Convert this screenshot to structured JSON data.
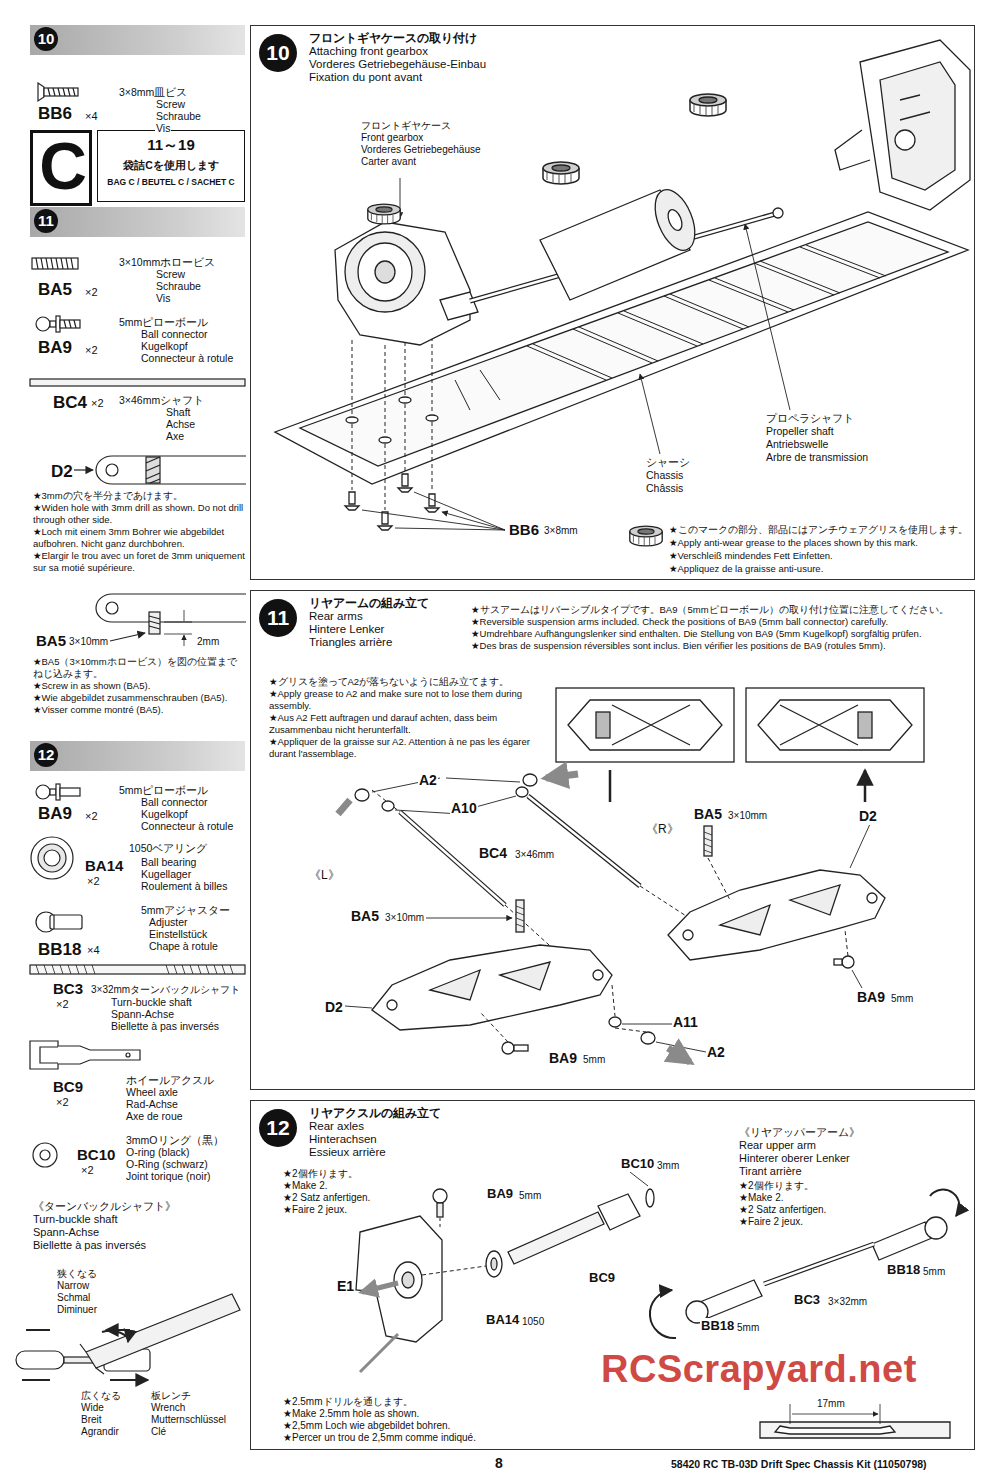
{
  "diagram": {
    "nodes": [
      {
        "text": [
          "10"
        ]
      },
      {
        "text": [
          "C"
        ]
      },
      {
        "text": [
          "11～19",
          "袋詰Cを使用します",
          "BAG C / BEUTEL C / SACHET C"
        ]
      },
      {
        "text": [
          "11"
        ]
      },
      {
        "text": [
          "12"
        ]
      },
      {
        "text": [
          "10",
          "フロントギヤケースの取り付け",
          "Attaching front gearbox",
          "Vorderes Getriebegehäuse-Einbau",
          "Fixation du pont avant"
        ]
      },
      {
        "text": [
          "11",
          "リヤアームの組み立て",
          "Rear arms",
          "Hintere Lenker",
          "Triangles arrière"
        ]
      },
      {
        "text": [
          "12",
          "リヤアクスルの組み立て",
          "Rear axles",
          "Hinterachsen",
          "Essieux arrière"
        ]
      }
    ],
    "labels": [
      "3×8mm皿ビス",
      "Screw",
      "Schraube",
      "Vis",
      "BB6",
      "×4",
      "3×10mmホロービス",
      "Screw",
      "Schraube",
      "Vis",
      "BA5",
      "×2",
      "5mmピローボール",
      "Ball connector",
      "Kugelkopf",
      "Connecteur à rotule",
      "BA9",
      "×2",
      "BC4",
      "×2",
      "3×46mmシャフト",
      "Shaft",
      "Achse",
      "Axe",
      "D2",
      "★3mmの穴を半分まであけます。",
      "★Widen hole with 3mm drill as shown. Do not drill through other side.",
      "★Loch mit einem 3mm Bohrer wie abgebildet aufbohren. Nicht ganz durchbohren.",
      "★Elargir le trou avec un foret de 3mm uniquement sur sa motié supérieure.",
      "BA5",
      "3×10mm",
      "2mm",
      "★BA5（3×10mmホロービス）を図の位置までねじ込みます。",
      "★Screw in as shown (BA5).",
      "★Wie abgebildet zusammenschrauben (BA5).",
      "★Visser comme montré (BA5).",
      "5mmピローボール",
      "Ball connector",
      "Kugelkopf",
      "Connecteur à rotule",
      "BA9",
      "×2",
      "1050ベアリング",
      "Ball bearing",
      "Kugellager",
      "Roulement à billes",
      "BA14",
      "×2",
      "5mmアジャスター",
      "Adjuster",
      "Einstellstück",
      "Chape à rotule",
      "BB18",
      "×4",
      "BC3",
      "×2",
      "3×32mmターンバックルシャフト",
      "Turn-buckle shaft",
      "Spann-Achse",
      "Biellette à pas inversés",
      "ホイールアクスル",
      "Wheel axle",
      "Rad-Achse",
      "Axe de roue",
      "BC9",
      "×2",
      "3mmOリング（黒）",
      "O-ring (black)",
      "O-Ring (schwarz)",
      "Joint torique (noir)",
      "BC10",
      "×2",
      "《ターンバックルシャフト》",
      "Turn-buckle shaft",
      "Spann-Achse",
      "Biellette à pas inversés",
      "狭くなる",
      "Narrow",
      "Schmal",
      "Diminuer",
      "広くなる",
      "Wide",
      "Breit",
      "Agrandir",
      "板レンチ",
      "Wrench",
      "Mutternschlüssel",
      "Clé",
      "フロントギヤケース",
      "Front gearbox",
      "Vorderes Getriebegehäuse",
      "Carter avant",
      "プロペラシャフト",
      "Propeller shaft",
      "Antriebswelle",
      "Arbre de transmission",
      "シャーシ",
      "Chassis",
      "Châssis",
      "BB6",
      "3×8mm",
      "★このマークの部分、部品にはアンチウェアグリスを使用します。",
      "★Apply anti-wear grease to the places shown by this mark.",
      "★Verschleiß mindendes Fett Einfetten.",
      "★Appliquez de la graisse anti-usure.",
      "★サスアームはリバーシブルタイプです。BA9（5mmピローボール）の取り付け位置に注意してください。",
      "★Reversible suspension arms included. Check the positions of BA9 (5mm ball connector) carefully.",
      "★Umdrehbare Aufhängungslenker sind enthalten. Die Stellung von BA9 (5mm Kugelkopf) sorgfältig prüfen.",
      "★Des bras de suspension réversibles sont inclus. Bien vérifier les positions de BA9 (rotules 5mm).",
      "★グリスを塗ってA2が落ちないように組み立てます。",
      "★Apply grease to A2 and make sure not to lose them during assembly.",
      "★Aus A2 Fett auftragen und darauf achten, dass beim Zusammenbau nicht herunterfällt.",
      "★Appliquer de la graisse sur A2. Attention à ne pas les égarer durant l'assemblage.",
      "A2",
      "A10",
      "BC4",
      "3×46mm",
      "《R》",
      "BA5",
      "3×10mm",
      "D2",
      "《L》",
      "BA5",
      "3×10mm",
      "D2",
      "A11",
      "A2",
      "BA9",
      "5mm",
      "BA9",
      "5mm",
      "★2個作ります。",
      "★Make 2.",
      "★2 Satz anfertigen.",
      "★Faire 2 jeux.",
      "BC10",
      "3mm",
      "BA9",
      "5mm",
      "E1",
      "BA14",
      "1050",
      "BC9",
      "★2.5mmドリルを通します。",
      "★Make 2.5mm hole as shown.",
      "★2,5mm Loch wie abgebildet bohren.",
      "★Percer un trou de 2,5mm comme indiqué.",
      "《リヤアッパーアーム》",
      "Rear upper arm",
      "Hinterer oberer Lenker",
      "Tirant arrière",
      "★2個作ります。",
      "★Make 2.",
      "★2 Satz anfertigen.",
      "★Faire 2 jeux.",
      "BB18",
      "5mm",
      "BC3",
      "3×32mm",
      "BB18",
      "5mm",
      "17mm",
      "8",
      "58420 RC TB-03D Drift Spec Chassis Kit (11050798)",
      "RCScrapyard.net"
    ]
  }
}
